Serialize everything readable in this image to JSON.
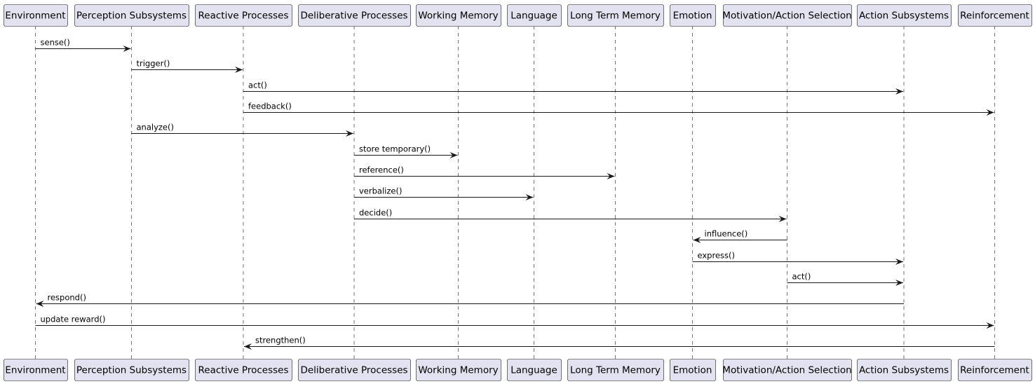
{
  "participants": [
    {
      "id": "env",
      "label": "Environment"
    },
    {
      "id": "perc",
      "label": "Perception Subsystems"
    },
    {
      "id": "react",
      "label": "Reactive Processes"
    },
    {
      "id": "delib",
      "label": "Deliberative Processes"
    },
    {
      "id": "wm",
      "label": "Working Memory"
    },
    {
      "id": "lang",
      "label": "Language"
    },
    {
      "id": "ltm",
      "label": "Long Term Memory"
    },
    {
      "id": "emo",
      "label": "Emotion"
    },
    {
      "id": "mot",
      "label": "Motivation/Action Selection"
    },
    {
      "id": "act",
      "label": "Action Subsystems"
    },
    {
      "id": "reinf",
      "label": "Reinforcement"
    }
  ],
  "messages": [
    {
      "from": "env",
      "to": "perc",
      "label": "sense()"
    },
    {
      "from": "perc",
      "to": "react",
      "label": "trigger()"
    },
    {
      "from": "react",
      "to": "act",
      "label": "act()"
    },
    {
      "from": "react",
      "to": "reinf",
      "label": "feedback()"
    },
    {
      "from": "perc",
      "to": "delib",
      "label": "analyze()"
    },
    {
      "from": "delib",
      "to": "wm",
      "label": "store temporary()"
    },
    {
      "from": "delib",
      "to": "ltm",
      "label": "reference()"
    },
    {
      "from": "delib",
      "to": "lang",
      "label": "verbalize()"
    },
    {
      "from": "delib",
      "to": "mot",
      "label": "decide()"
    },
    {
      "from": "mot",
      "to": "emo",
      "label": "influence()"
    },
    {
      "from": "emo",
      "to": "act",
      "label": "express()"
    },
    {
      "from": "mot",
      "to": "act",
      "label": "act()"
    },
    {
      "from": "act",
      "to": "env",
      "label": "respond()"
    },
    {
      "from": "env",
      "to": "reinf",
      "label": "update reward()"
    },
    {
      "from": "reinf",
      "to": "react",
      "label": "strengthen()"
    }
  ]
}
